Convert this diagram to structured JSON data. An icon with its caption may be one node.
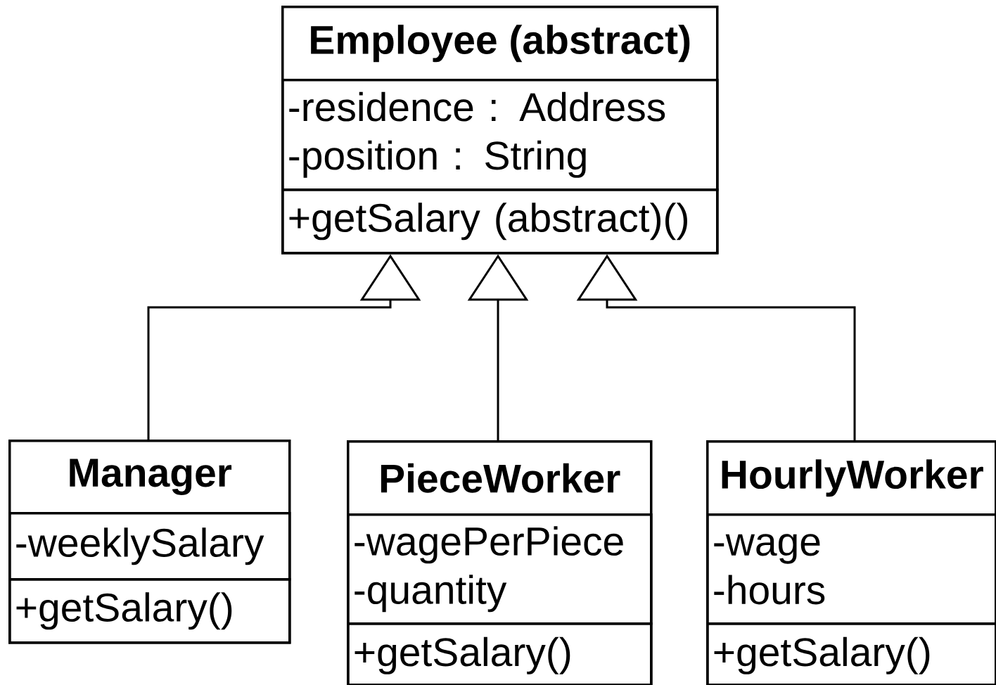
{
  "diagram": {
    "nodes": [
      {
        "text": [
          "Employee (abstract)"
        ]
      },
      {
        "text": [
          "-residence : Address",
          "-position : String"
        ],
        "in": 0
      },
      {
        "text": [
          "+getSalary (abstract)()"
        ],
        "in": 0
      },
      {
        "text": [
          "Manager"
        ]
      },
      {
        "text": [
          "-weeklySalary"
        ],
        "in": 3
      },
      {
        "text": [
          "+getSalary()"
        ],
        "in": 3
      },
      {
        "text": [
          "PieceWorker"
        ]
      },
      {
        "text": [
          "-wagePerPiece",
          "-quantity"
        ],
        "in": 6
      },
      {
        "text": [
          "+getSalary()"
        ],
        "in": 6
      },
      {
        "text": [
          "HourlyWorker"
        ]
      },
      {
        "text": [
          "-wage",
          "-hours"
        ],
        "in": 9
      },
      {
        "text": [
          "+getSalary()"
        ],
        "in": 9
      }
    ],
    "edges": [
      {
        "from": 3,
        "to": 0,
        "arrow": "to"
      },
      {
        "from": 6,
        "to": 0,
        "arrow": "to"
      },
      {
        "from": 9,
        "to": 0,
        "arrow": "to"
      }
    ]
  }
}
